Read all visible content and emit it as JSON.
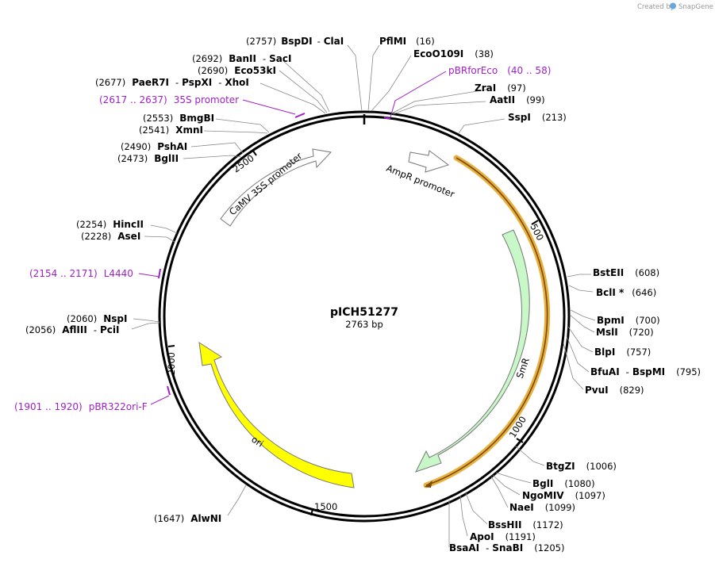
{
  "credit": {
    "prefix": "Created by",
    "brand": "SnapGene"
  },
  "plasmid": {
    "name": "pICH51277",
    "length_label": "2763 bp"
  },
  "ticks": [
    "500",
    "1000",
    "1500",
    "2000",
    "2500"
  ],
  "features": [
    {
      "label": "AmpR promoter",
      "color": "#ffffff"
    },
    {
      "label": "SmR",
      "color": "#c8f7c8"
    },
    {
      "label": "ori",
      "color": "#ffff00"
    },
    {
      "label": "CaMV 35S promoter",
      "color": "#ffffff"
    }
  ],
  "primers": [
    {
      "range": "(40 .. 58)",
      "name": "pBRforEco"
    },
    {
      "range": "(2617 .. 2637)",
      "name": "35S promoter"
    },
    {
      "range": "(2154 .. 2171)",
      "name": "L4440"
    },
    {
      "range": "(1901 .. 1920)",
      "name": "pBR322ori-F"
    }
  ],
  "sites": [
    {
      "pos": "(2757)",
      "name": "BspDI",
      "sep": "-",
      "name2": "ClaI"
    },
    {
      "name": "PflMI",
      "pos": "(16)"
    },
    {
      "name": "EcoO109I",
      "pos": "(38)"
    },
    {
      "pos": "(2692)",
      "name": "BanII",
      "sep": "-",
      "name2": "SacI"
    },
    {
      "pos": "(2690)",
      "name": "Eco53kI"
    },
    {
      "pos": "(2677)",
      "name": "PaeR7I",
      "sep": "-",
      "name2": "PspXI",
      "sep2": "-",
      "name3": "XhoI"
    },
    {
      "name": "ZraI",
      "pos": "(97)"
    },
    {
      "name": "AatII",
      "pos": "(99)"
    },
    {
      "name": "SspI",
      "pos": "(213)"
    },
    {
      "pos": "(2553)",
      "name": "BmgBI"
    },
    {
      "pos": "(2541)",
      "name": "XmnI"
    },
    {
      "pos": "(2490)",
      "name": "PshAI"
    },
    {
      "pos": "(2473)",
      "name": "BglII"
    },
    {
      "pos": "(2254)",
      "name": "HincII"
    },
    {
      "pos": "(2228)",
      "name": "AseI"
    },
    {
      "name": "BstEII",
      "pos": "(608)"
    },
    {
      "name": "BclI *",
      "pos": "(646)"
    },
    {
      "name": "BpmI",
      "pos": "(700)"
    },
    {
      "name": "MslI",
      "pos": "(720)"
    },
    {
      "name": "BlpI",
      "pos": "(757)"
    },
    {
      "name": "BfuAI",
      "sep": "-",
      "name2": "BspMI",
      "pos": "(795)"
    },
    {
      "name": "PvuI",
      "pos": "(829)"
    },
    {
      "pos": "(2060)",
      "name": "NspI"
    },
    {
      "pos": "(2056)",
      "name": "AflIII",
      "sep": "-",
      "name2": "PciI"
    },
    {
      "name": "BtgZI",
      "pos": "(1006)"
    },
    {
      "name": "BglI",
      "pos": "(1080)"
    },
    {
      "name": "NgoMIV",
      "pos": "(1097)"
    },
    {
      "name": "NaeI",
      "pos": "(1099)"
    },
    {
      "name": "BssHII",
      "pos": "(1172)"
    },
    {
      "name": "ApoI",
      "pos": "(1191)"
    },
    {
      "name": "BsaAI",
      "sep": "-",
      "name2": "SnaBI",
      "pos": "(1205)"
    },
    {
      "pos": "(1647)",
      "name": "AlwNI"
    }
  ]
}
